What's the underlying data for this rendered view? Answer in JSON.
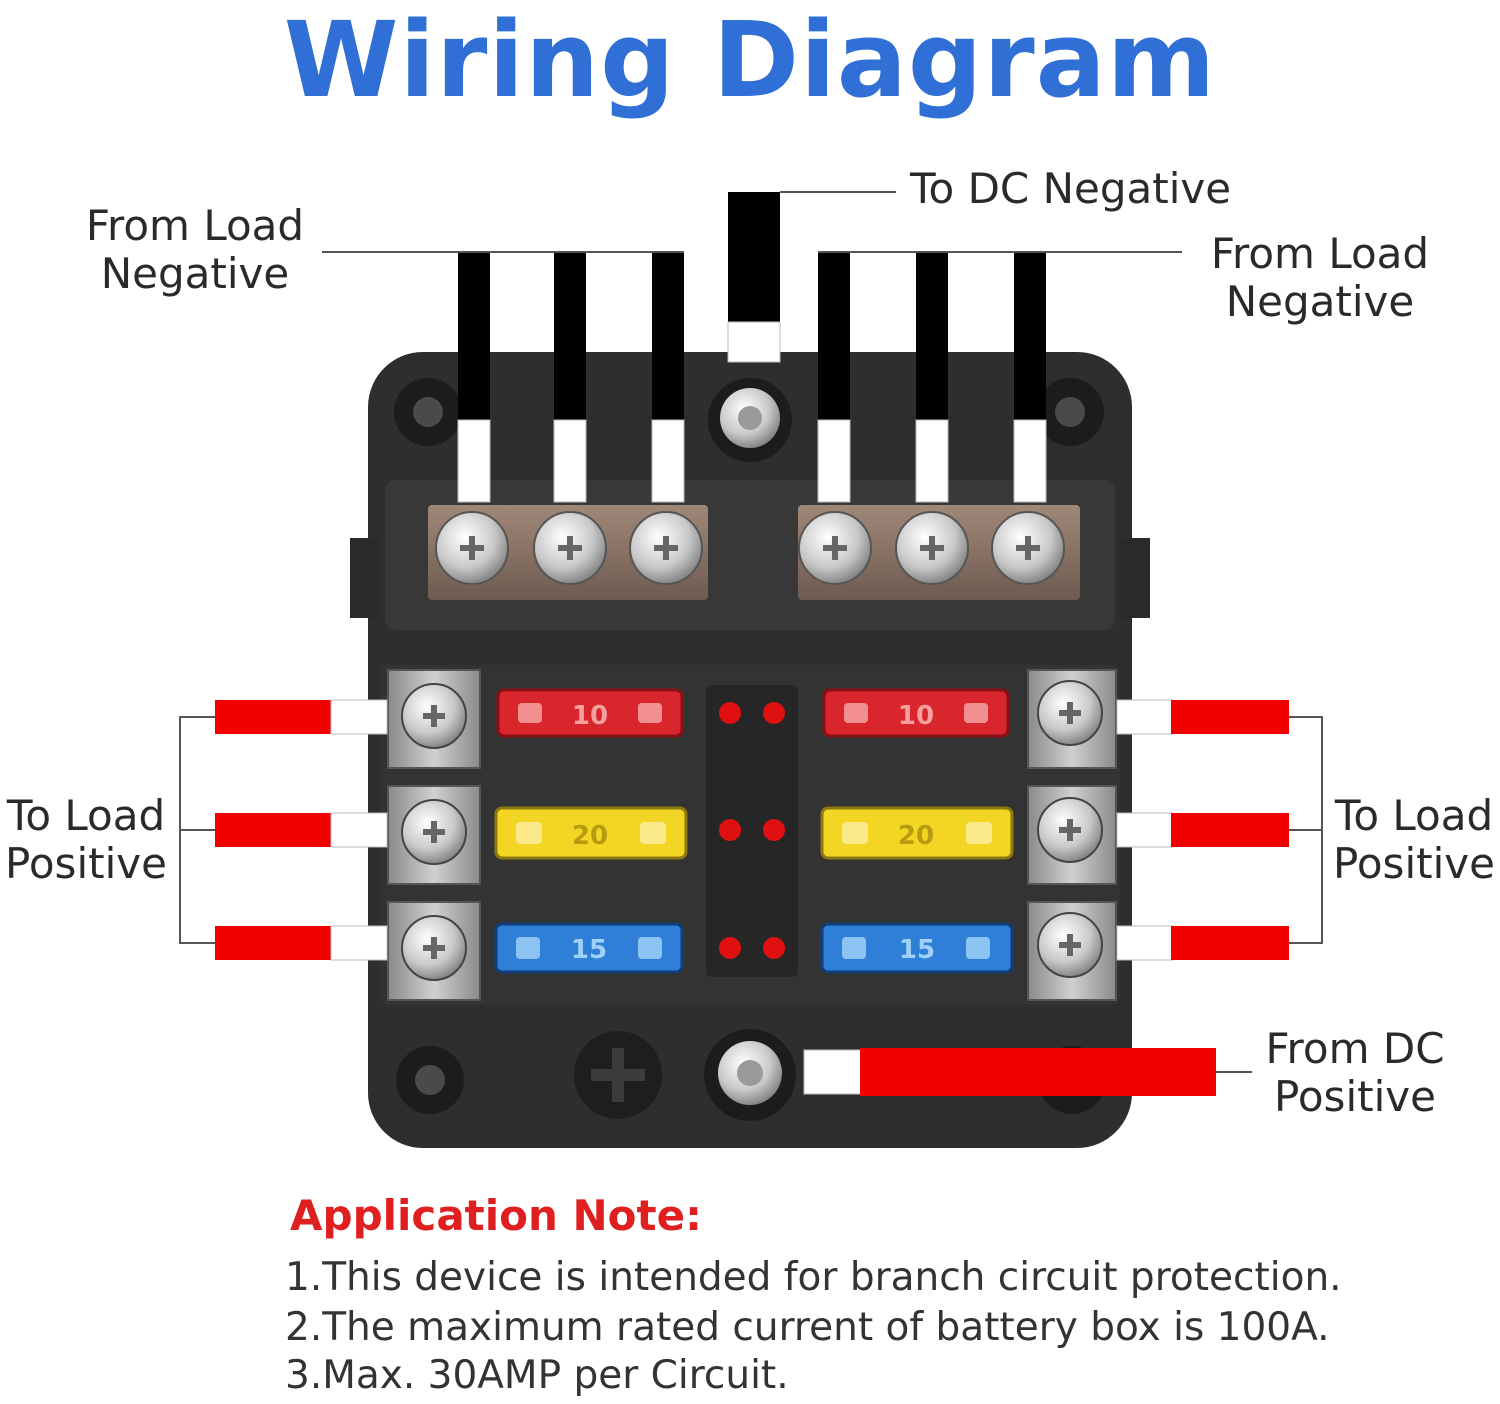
{
  "title": "Wiring Diagram",
  "labels": {
    "from_load_negative_left": [
      "From Load",
      "Negative"
    ],
    "to_dc_negative": "To DC Negative",
    "from_load_negative_right": [
      "From Load",
      "Negative"
    ],
    "to_load_positive_left": [
      "To Load",
      "Positive"
    ],
    "to_load_positive_right": [
      "To Load",
      "Positive"
    ],
    "from_dc_positive": [
      "From DC",
      "Positive"
    ]
  },
  "fuses": {
    "top_left": "10",
    "top_right": "10",
    "middle_left": "20",
    "middle_right": "20",
    "bottom_left": "15",
    "bottom_right": "15"
  },
  "colors": {
    "title": "#2f6fd6",
    "wire_negative": "#000000",
    "wire_positive": "#f20000",
    "fuse_10A": "#d8262c",
    "fuse_20A": "#f2d623",
    "fuse_15A": "#2f7fd8",
    "led": "#e01010",
    "housing": "#2e2e2e",
    "note_title": "#e02020"
  },
  "application_note": {
    "title": "Application Note:",
    "lines": [
      "1.This device is intended for branch circuit protection.",
      "2.The maximum rated current of battery box is 100A.",
      "3.Max. 30AMP per Circuit."
    ]
  }
}
